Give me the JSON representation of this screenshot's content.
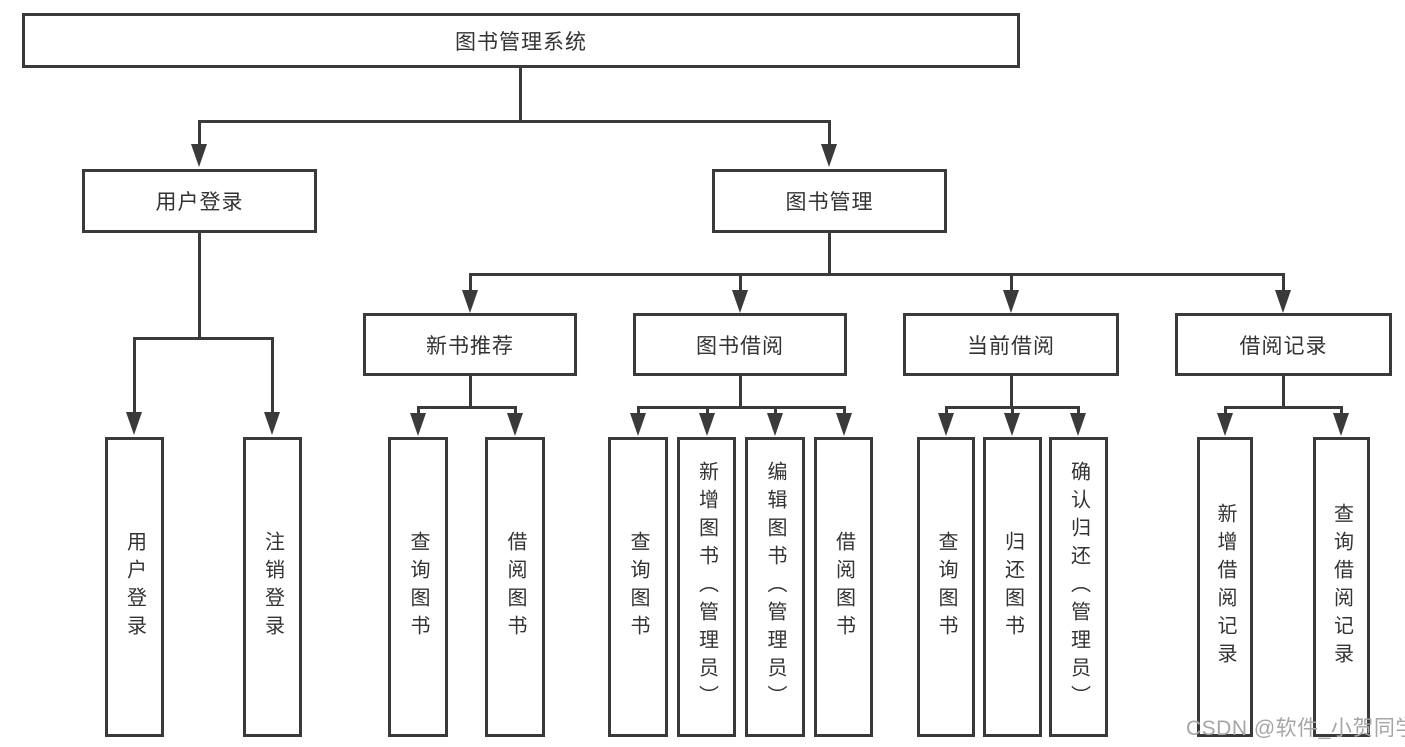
{
  "nodes": {
    "root": "图书管理系统",
    "user_login": "用户登录",
    "book_management": "图书管理",
    "new_book_recommend": "新书推荐",
    "book_borrow": "图书借阅",
    "current_borrow": "当前借阅",
    "borrow_record": "借阅记录",
    "ul_user_login": "用户登录",
    "ul_logout": "注销登录",
    "nb_query_book": "查询图书",
    "nb_borrow_book": "借阅图书",
    "bb_query_book": "查询图书",
    "bb_add_book": "新增图书（管理员）",
    "bb_edit_book": "编辑图书（管理员）",
    "bb_borrow_book": "借阅图书",
    "cb_query_book": "查询图书",
    "cb_return_book": "归还图书",
    "cb_confirm_return": "确认归还（管理员）",
    "br_add_record": "新增借阅记录",
    "br_query_record": "查询借阅记录"
  },
  "watermark": "CSDN @软件_小贺同学",
  "colors": {
    "line": "#3a3a3a",
    "text": "#333333",
    "background": "#ffffff",
    "watermark": "#a6a6a6"
  }
}
